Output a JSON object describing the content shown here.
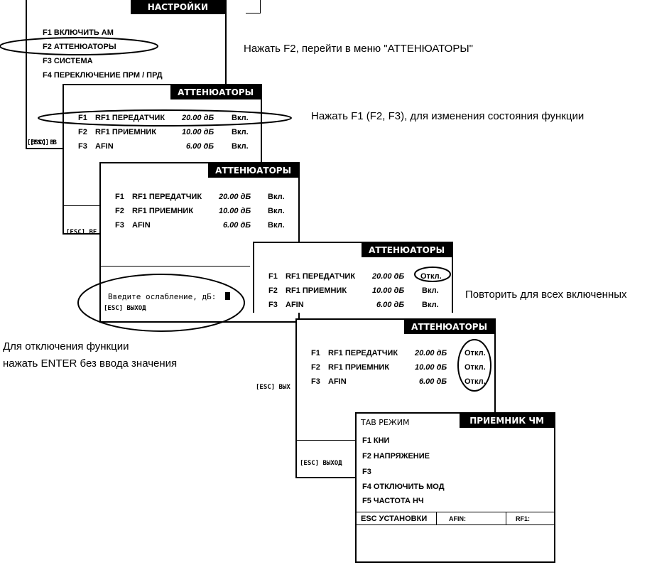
{
  "settings": {
    "title": "НАСТРОЙКИ",
    "items": [
      "F1 ВКЛЮЧИТЬ АМ",
      "F2 АТТЕНЮАТОРЫ",
      "F3 СИСТЕМА",
      "F4 ПЕРЕКЛЮЧЕНИЕ ПРМ / ПРД"
    ],
    "esc": "[ESC] В"
  },
  "att1": {
    "title": "АТТЕНЮАТОРЫ",
    "rows": [
      {
        "key": "F1",
        "name": "RF1 ПЕРЕДАТЧИК",
        "value": "20.00 дБ",
        "state": "Вкл."
      },
      {
        "key": "F2",
        "name": "RF1 ПРИЕМНИК",
        "value": "10.00 дБ",
        "state": "Вкл."
      },
      {
        "key": "F3",
        "name": "AFIN",
        "value": "6.00 дБ",
        "state": "Вкл."
      }
    ],
    "esc": "[ESC] В"
  },
  "att2": {
    "title": "АТТЕНЮАТОРЫ",
    "rows": [
      {
        "key": "F1",
        "name": "RF1 ПЕРЕДАТЧИК",
        "value": "20.00 дБ",
        "state": "Вкл."
      },
      {
        "key": "F2",
        "name": "RF1 ПРИЕМНИК",
        "value": "10.00 дБ",
        "state": "Вкл."
      },
      {
        "key": "F3",
        "name": "AFIN",
        "value": "6.00 дБ",
        "state": "Вкл."
      }
    ],
    "esc_left": "[ESC] ВЕ",
    "prompt": "Введите ослабление, дБ:",
    "exit": "[ESC] ВЫХОД"
  },
  "att3": {
    "title": "АТТЕНЮАТОРЫ",
    "rows": [
      {
        "key": "F1",
        "name": "RF1 ПЕРЕДАТЧИК",
        "value": "20.00 дБ",
        "state": "Откл."
      },
      {
        "key": "F2",
        "name": "RF1 ПРИЕМНИК",
        "value": "10.00 дБ",
        "state": "Вкл."
      },
      {
        "key": "F3",
        "name": "AFIN",
        "value": "6.00 дБ",
        "state": "Вкл."
      }
    ]
  },
  "att4": {
    "title": "АТТЕНЮАТОРЫ",
    "rows": [
      {
        "key": "F1",
        "name": "RF1 ПЕРЕДАТЧИК",
        "value": "20.00 дБ",
        "state": "Откл."
      },
      {
        "key": "F2",
        "name": "RF1 ПРИЕМНИК",
        "value": "10.00 дБ",
        "state": "Откл."
      },
      {
        "key": "F3",
        "name": "AFIN",
        "value": "6.00 дБ",
        "state": "Откл."
      }
    ],
    "esc_left": "[ESC] ВЫХ",
    "exit": "[ESC] ВЫХОД"
  },
  "receiver": {
    "tab": "ТАВ РЕЖИМ",
    "title": "ПРИЕМНИК ЧМ",
    "items": [
      "F1  КНИ",
      "F2  НАПРЯЖЕНИЕ",
      "F3",
      "F4  ОТКЛЮЧИТЬ МОД",
      "F5  ЧАСТОТА НЧ"
    ],
    "esc": "ESC  УСТАНОВКИ",
    "afin": "AFIN:",
    "rf1": "RF1:"
  },
  "notes": {
    "n1": "Нажать F2, перейти в меню \"АТТЕНЮАТОРЫ\"",
    "n2": "Нажать F1 (F2, F3), для изменения состояния функции",
    "n3": "Повторить для всех включенных",
    "n4a": "Для отключения функции",
    "n4b": "нажать ENTER без ввода значения"
  }
}
